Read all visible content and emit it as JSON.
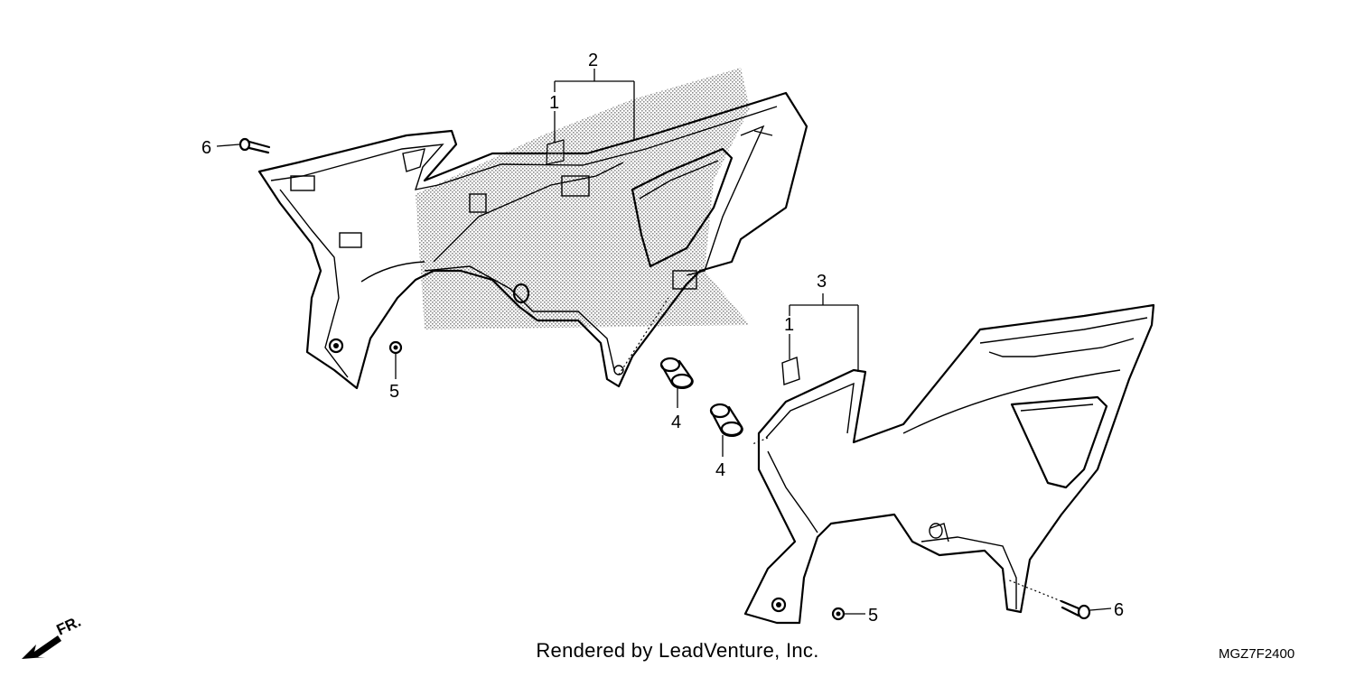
{
  "callouts": {
    "c2": "2",
    "c1_left": "1",
    "c6_left": "6",
    "c5_left": "5",
    "c4_upper": "4",
    "c3": "3",
    "c1_right": "1",
    "c4_lower": "4",
    "c5_right": "5",
    "c6_right": "6"
  },
  "direction_label": "FR.",
  "credit": "Rendered by LeadVenture, Inc.",
  "diagram_code": "MGZ7F2400",
  "colors": {
    "line": "#000000",
    "background": "#ffffff",
    "hatch": "#9a9a9a"
  }
}
